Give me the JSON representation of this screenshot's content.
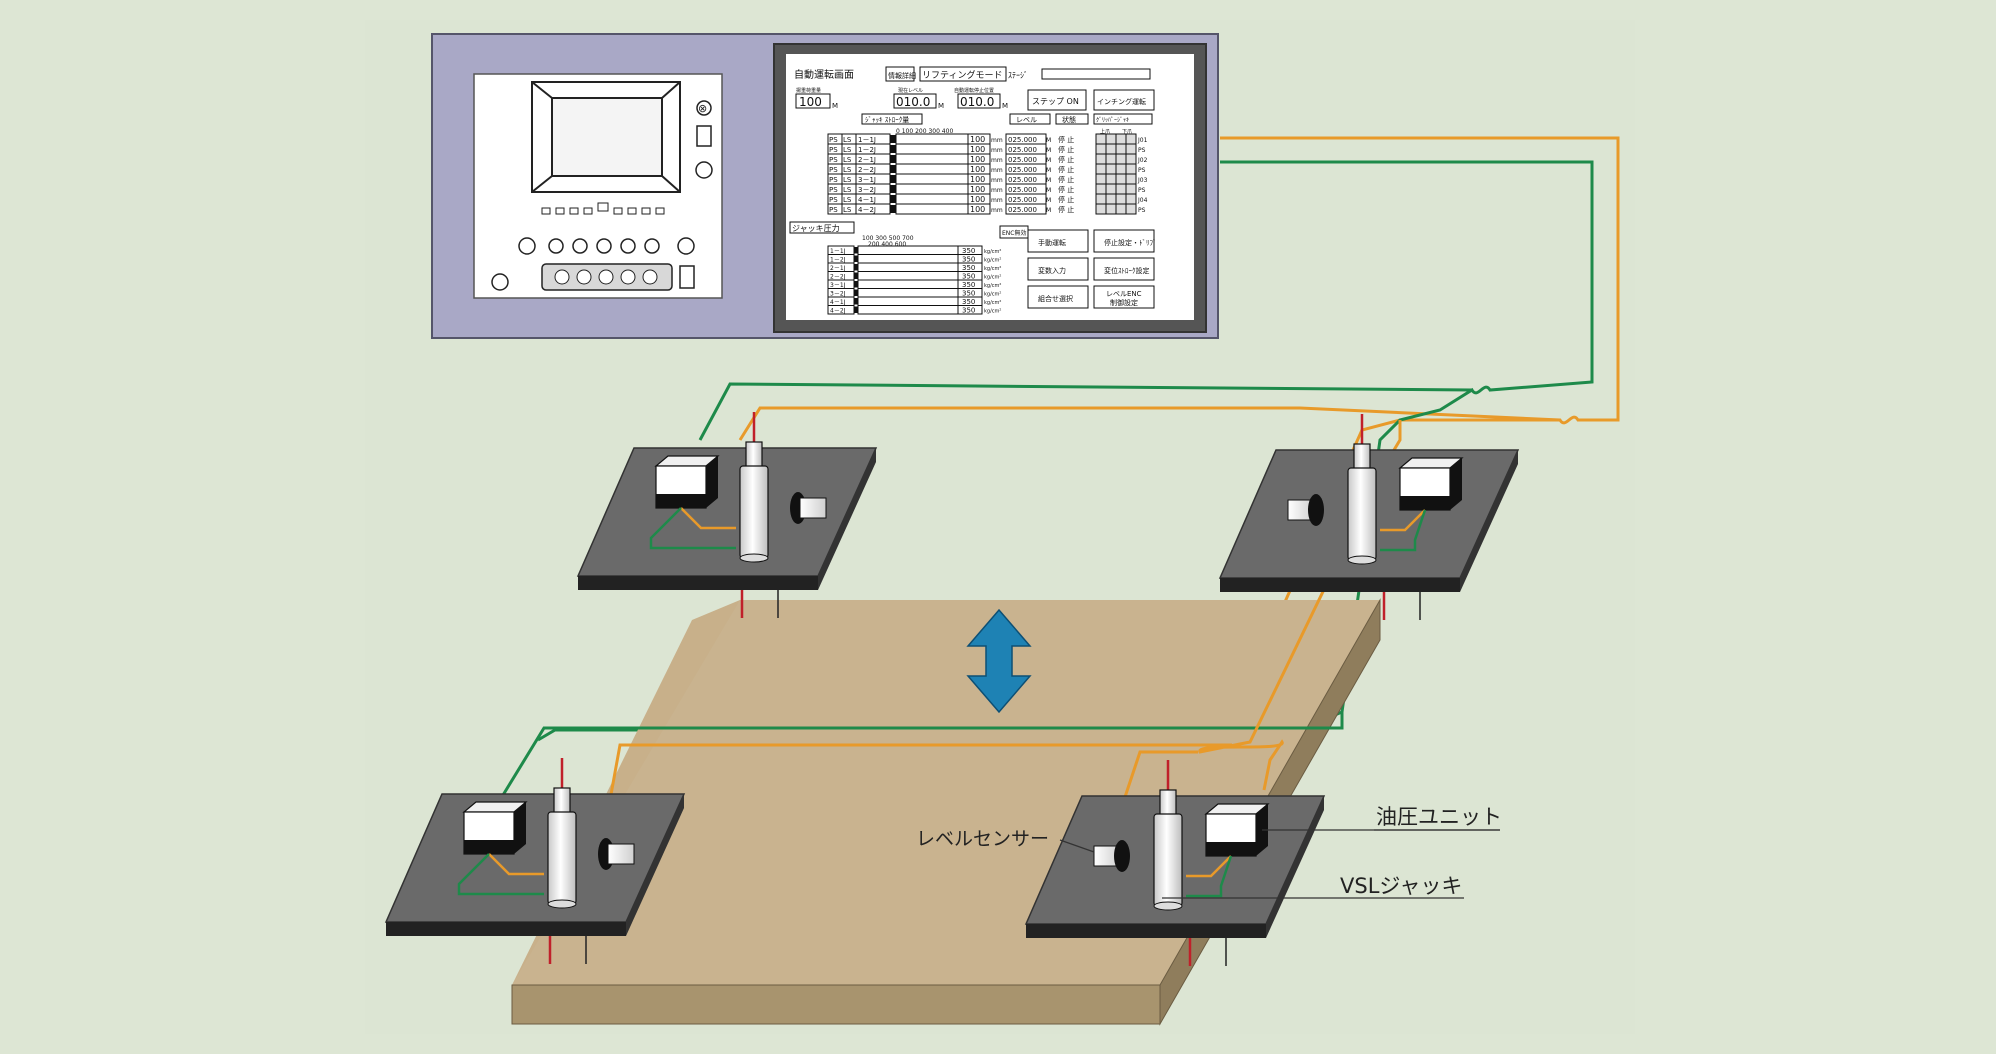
{
  "screen": {
    "title": "自動運転画面",
    "info_button": "情報詳細",
    "mode": "リフティングモード",
    "stage_label": "ｽﾃｰｼﾞ",
    "field1_label": "揚重荷重量",
    "field1_value": "100",
    "field1_unit": "M",
    "field2_label": "現在レベル",
    "field2_value": "010.0",
    "field2_unit": "M",
    "field3_label": "自動運転停止位置",
    "field3_value": "010.0",
    "field3_unit": "M",
    "step_button": "ステップ ON",
    "inching_button": "インチング運転",
    "stroke_header": "ｼﾞｬｯｷ ｽﾄﾛｰｸ量",
    "stroke_scale": "0  100 200 300 400",
    "level_header": "レベル",
    "status_header": "状態",
    "gripper_header": "ｸﾞﾘｯﾊﾟｰｼﾞｬｷ",
    "grip_upper": "上爪",
    "grip_lower": "下爪",
    "stroke_rows": [
      {
        "id1": "PS",
        "id2": "LS",
        "name": "1－1J",
        "value": "100",
        "unit": "mm",
        "level": "025.000",
        "level_unit": "M",
        "status": "停 止",
        "tag": "J01"
      },
      {
        "id1": "PS",
        "id2": "LS",
        "name": "1－2J",
        "value": "100",
        "unit": "mm",
        "level": "025.000",
        "level_unit": "M",
        "status": "停 止",
        "tag": "PS"
      },
      {
        "id1": "PS",
        "id2": "LS",
        "name": "2－1J",
        "value": "100",
        "unit": "mm",
        "level": "025.000",
        "level_unit": "M",
        "status": "停 止",
        "tag": "J02"
      },
      {
        "id1": "PS",
        "id2": "LS",
        "name": "2－2J",
        "value": "100",
        "unit": "mm",
        "level": "025.000",
        "level_unit": "M",
        "status": "停 止",
        "tag": "PS"
      },
      {
        "id1": "PS",
        "id2": "LS",
        "name": "3－1J",
        "value": "100",
        "unit": "mm",
        "level": "025.000",
        "level_unit": "M",
        "status": "停 止",
        "tag": "J03"
      },
      {
        "id1": "PS",
        "id2": "LS",
        "name": "3－2J",
        "value": "100",
        "unit": "mm",
        "level": "025.000",
        "level_unit": "M",
        "status": "停 止",
        "tag": "PS"
      },
      {
        "id1": "PS",
        "id2": "LS",
        "name": "4－1J",
        "value": "100",
        "unit": "mm",
        "level": "025.000",
        "level_unit": "M",
        "status": "停 止",
        "tag": "J04"
      },
      {
        "id1": "PS",
        "id2": "LS",
        "name": "4－2J",
        "value": "100",
        "unit": "mm",
        "level": "025.000",
        "level_unit": "M",
        "status": "停 止",
        "tag": "PS"
      }
    ],
    "pressure_header": "ジャッキ圧力",
    "pressure_scale_top": "100   300   500   700",
    "pressure_scale_bottom": "200   400   600",
    "enc_label": "ENC無効",
    "pressure_rows": [
      {
        "name": "1－1J",
        "value": "350",
        "unit": "kg/cm²"
      },
      {
        "name": "1－2J",
        "value": "350",
        "unit": "kg/cm²"
      },
      {
        "name": "2－1J",
        "value": "350",
        "unit": "kg/cm²"
      },
      {
        "name": "2－2J",
        "value": "350",
        "unit": "kg/cm²"
      },
      {
        "name": "3－1J",
        "value": "350",
        "unit": "kg/cm²"
      },
      {
        "name": "3－2J",
        "value": "350",
        "unit": "kg/cm²"
      },
      {
        "name": "4－1J",
        "value": "350",
        "unit": "kg/cm²"
      },
      {
        "name": "4－2J",
        "value": "350",
        "unit": "kg/cm²"
      }
    ],
    "buttons": [
      {
        "label": "手動運転"
      },
      {
        "label": "停止設定・ﾄﾞﾘﾌﾞ"
      },
      {
        "label": "変数入力"
      },
      {
        "label": "変位ｽﾄﾛｰｸ設定"
      },
      {
        "label": "組合せ選択"
      },
      {
        "label": "レベルENC",
        "label2": "制御設定"
      }
    ]
  },
  "labels": {
    "level_sensor": "レベルセンサー",
    "hydraulic_unit": "油圧ユニット",
    "vsl_jack": "VSLジャッキ"
  },
  "colors": {
    "background": "#dde6d4",
    "orange_cable": "#e89a2a",
    "green_cable": "#1e8a4a",
    "console": "#a9a8c6",
    "plate": "#6a6a6a",
    "slab": "#c8b08a",
    "arrow": "#1e82b4"
  }
}
